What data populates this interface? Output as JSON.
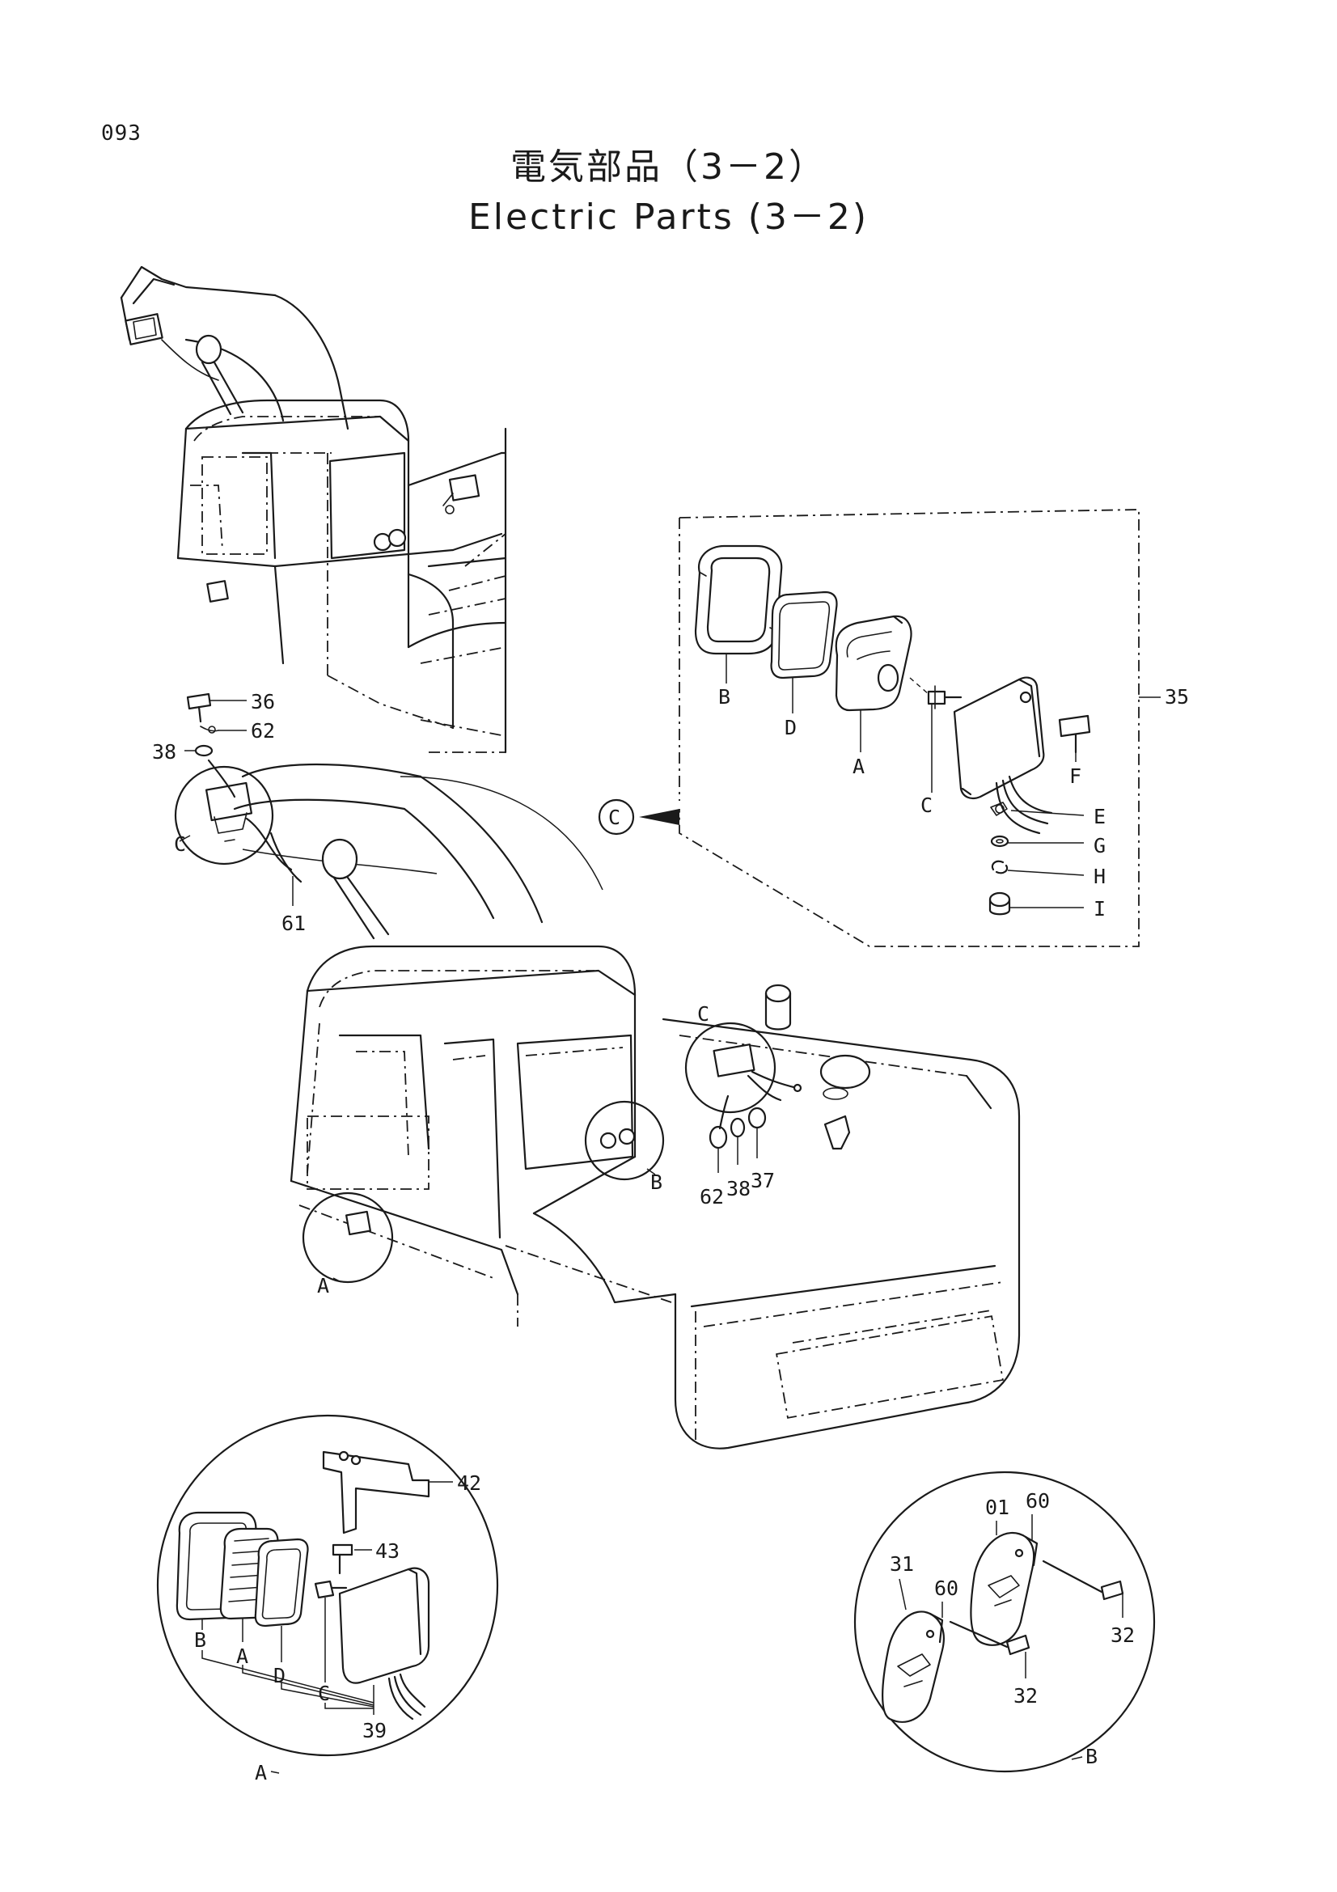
{
  "header": {
    "page_number": "093",
    "title_ja": "電気部品（3－2）",
    "title_en": "Electric Parts (3－2)"
  },
  "callouts": {
    "p35": "35",
    "p36": "36",
    "p62a": "62",
    "p38a": "38",
    "p61": "61",
    "p62b": "62",
    "p38b": "38",
    "p37": "37",
    "p42": "42",
    "p43": "43",
    "p39": "39",
    "p01": "01",
    "p60a": "60",
    "p31": "31",
    "p60b": "60",
    "p32a": "32",
    "p32b": "32"
  },
  "letters": {
    "det_b": "B",
    "det_d": "D",
    "det_a": "A",
    "det_c": "C",
    "det_f": "F",
    "det_e": "E",
    "det_g": "G",
    "det_h": "H",
    "det_i": "I",
    "ref_c_circle": "C",
    "boom_c": "C",
    "cab_c": "C",
    "cab_b": "B",
    "cab_a": "A",
    "lamp_b": "B",
    "lamp_a": "A",
    "lamp_d": "D",
    "lamp_c": "C",
    "view_a": "A",
    "view_b": "B"
  }
}
